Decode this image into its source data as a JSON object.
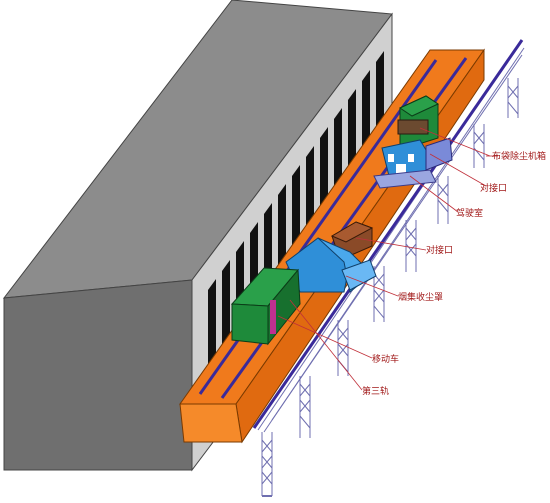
{
  "labels": {
    "bag_filter_box": "布袋除尘机箱",
    "dock_port_upper": "对接口",
    "cab": "驾驶室",
    "dock_port_lower": "对接口",
    "dust_hood": "烟集收尘罩",
    "collector_car": "移动车",
    "third_rail": "第三轨"
  },
  "colors": {
    "building_front": "#6f6f6f",
    "building_top": "#8c8c8c",
    "building_side": "#d0d0d0",
    "window": "#111111",
    "platform_top": "#f07a1c",
    "platform_side": "#f58a2a",
    "rail": "#3a2a9a",
    "trestle": "#6f6fb0",
    "green_box": "#1e8a3a",
    "blue_hood": "#2f8fd8",
    "brown_box": "#8a4a28",
    "label_text": "#a01818",
    "leader_line": "#c0303a"
  }
}
